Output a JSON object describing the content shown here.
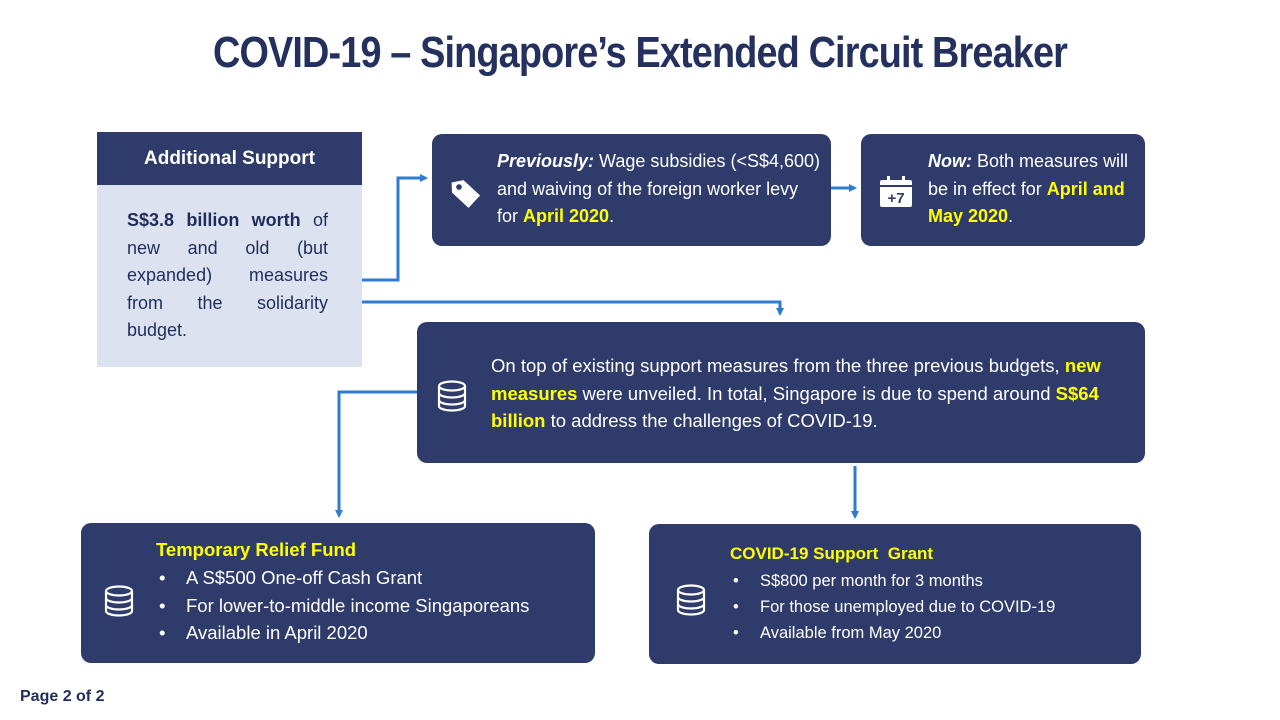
{
  "title": "COVID-19 – Singapore’s Extended Circuit Breaker",
  "additional_support": {
    "heading": "Additional Support",
    "amount": "S$3.8 billion worth",
    "body": " of new and old (but expanded) measures from the solidarity budget."
  },
  "previously": {
    "label": "Previously:",
    "text": " Wage subsidies (<S$4,600) and waiving of the foreign worker levy for ",
    "highlight": "April 2020",
    "end": "."
  },
  "now": {
    "label": "Now:",
    "text": " Both measures will be in effect for ",
    "highlight": "April and May 2020",
    "end": "."
  },
  "total": {
    "text1": "On top of existing support measures from the three previous budgets, ",
    "highlight1": "new measures",
    "text2": " were unveiled. In total, Singapore is due to spend around ",
    "highlight2": "S$64 billion",
    "text3": " to address the challenges of COVID-19."
  },
  "temporary_relief_fund": {
    "title": "Temporary Relief Fund",
    "bullets": [
      "A S$500 One-off Cash Grant",
      "For lower-to-middle income Singaporeans",
      "Available in April 2020"
    ]
  },
  "support_grant": {
    "title": "COVID-19 Support  Grant",
    "bullets": [
      "S$800 per month for 3 months",
      "For those unemployed due to COVID-19",
      "Available from May 2020"
    ]
  },
  "calendar_badge": "+7",
  "page_label": "Page 2 of 2",
  "colors": {
    "navy": "#2e3b6b",
    "highlight": "#ffff00",
    "light_panel": "#dde2f1",
    "connector": "#2e7bcf"
  },
  "icons": [
    "price-tag-icon",
    "calendar-plus-icon",
    "database-icon"
  ]
}
